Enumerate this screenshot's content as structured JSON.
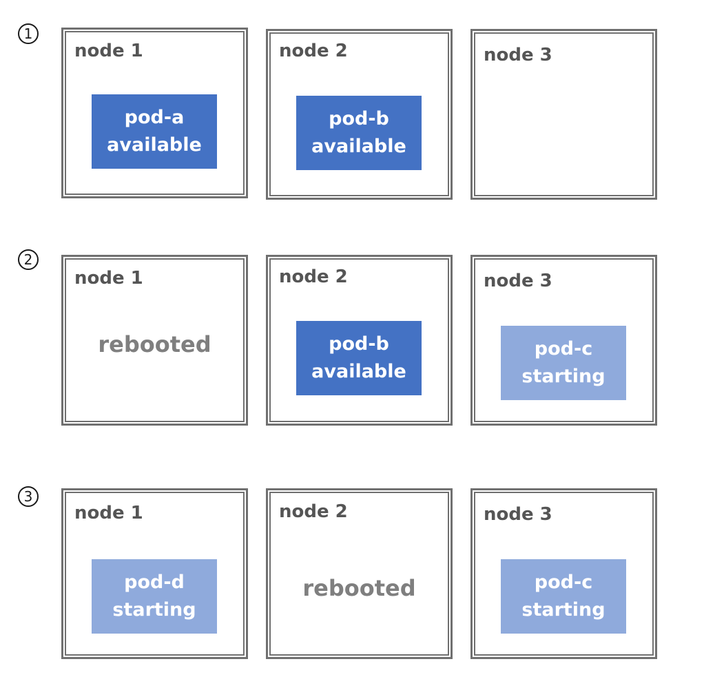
{
  "steps": [
    {
      "marker": "1",
      "nodes": [
        {
          "label": "node 1",
          "pod_name": "pod-a",
          "pod_status": "available"
        },
        {
          "label": "node 2",
          "pod_name": "pod-b",
          "pod_status": "available"
        },
        {
          "label": "node 3"
        }
      ]
    },
    {
      "marker": "2",
      "nodes": [
        {
          "label": "node 1",
          "state": "rebooted"
        },
        {
          "label": "node 2",
          "pod_name": "pod-b",
          "pod_status": "available"
        },
        {
          "label": "node 3",
          "pod_name": "pod-c",
          "pod_status": "starting"
        }
      ]
    },
    {
      "marker": "3",
      "nodes": [
        {
          "label": "node 1",
          "pod_name": "pod-d",
          "pod_status": "starting"
        },
        {
          "label": "node 2",
          "state": "rebooted"
        },
        {
          "label": "node 3",
          "pod_name": "pod-c",
          "pod_status": "starting"
        }
      ]
    }
  ],
  "colors": {
    "available": "#4472c4",
    "starting": "#8faadc",
    "node_border": "#707070",
    "rebooted_text": "#7f7f7f"
  }
}
